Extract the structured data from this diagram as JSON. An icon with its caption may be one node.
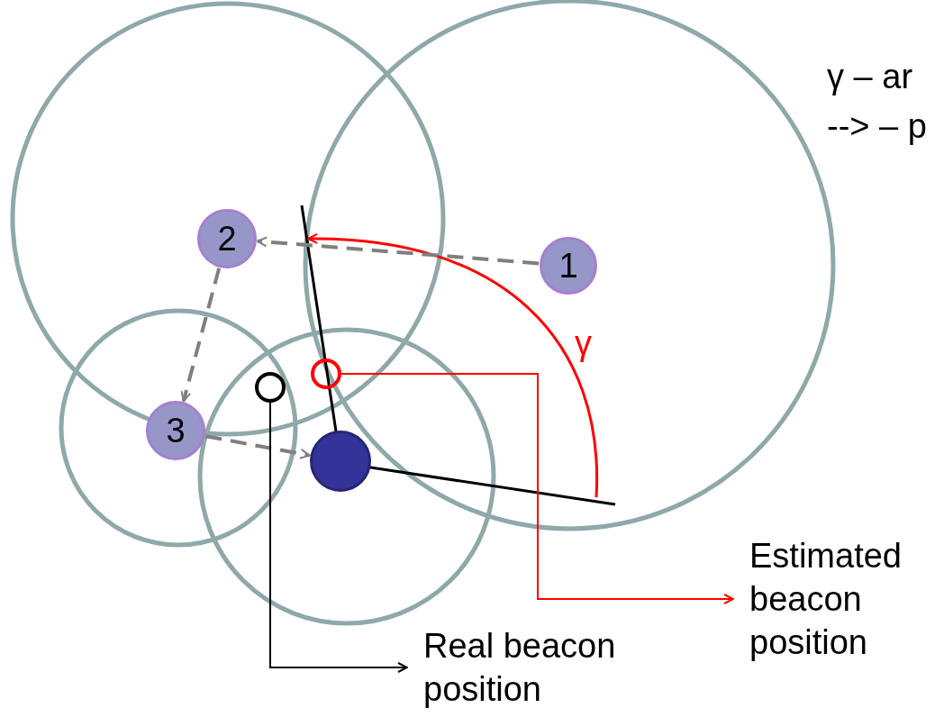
{
  "diagram": {
    "nodes": [
      {
        "text": [
          "1"
        ]
      },
      {
        "text": [
          "2"
        ]
      },
      {
        "text": [
          "3"
        ]
      },
      {
        "text": [],
        "shape": "circle"
      },
      {
        "text": [],
        "shape": "circle"
      },
      {
        "text": [],
        "shape": "circle"
      },
      {
        "text": [
          "Real beacon position"
        ]
      },
      {
        "text": [
          "Estimated beacon position"
        ]
      }
    ],
    "edges": [
      {
        "from": 0,
        "to": 1,
        "arrow": "to",
        "style": "dashed"
      },
      {
        "from": 1,
        "to": 2,
        "arrow": "to",
        "style": "dashed"
      },
      {
        "from": 2,
        "to": 3,
        "arrow": "to",
        "style": "dashed"
      },
      {
        "from": 4,
        "to": 6,
        "arrow": "to",
        "color": "#000000"
      },
      {
        "from": 5,
        "to": 7,
        "arrow": "to",
        "color": "#ff0000"
      }
    ],
    "labels": [
      "γ – ar",
      "--> – p",
      "γ"
    ]
  }
}
